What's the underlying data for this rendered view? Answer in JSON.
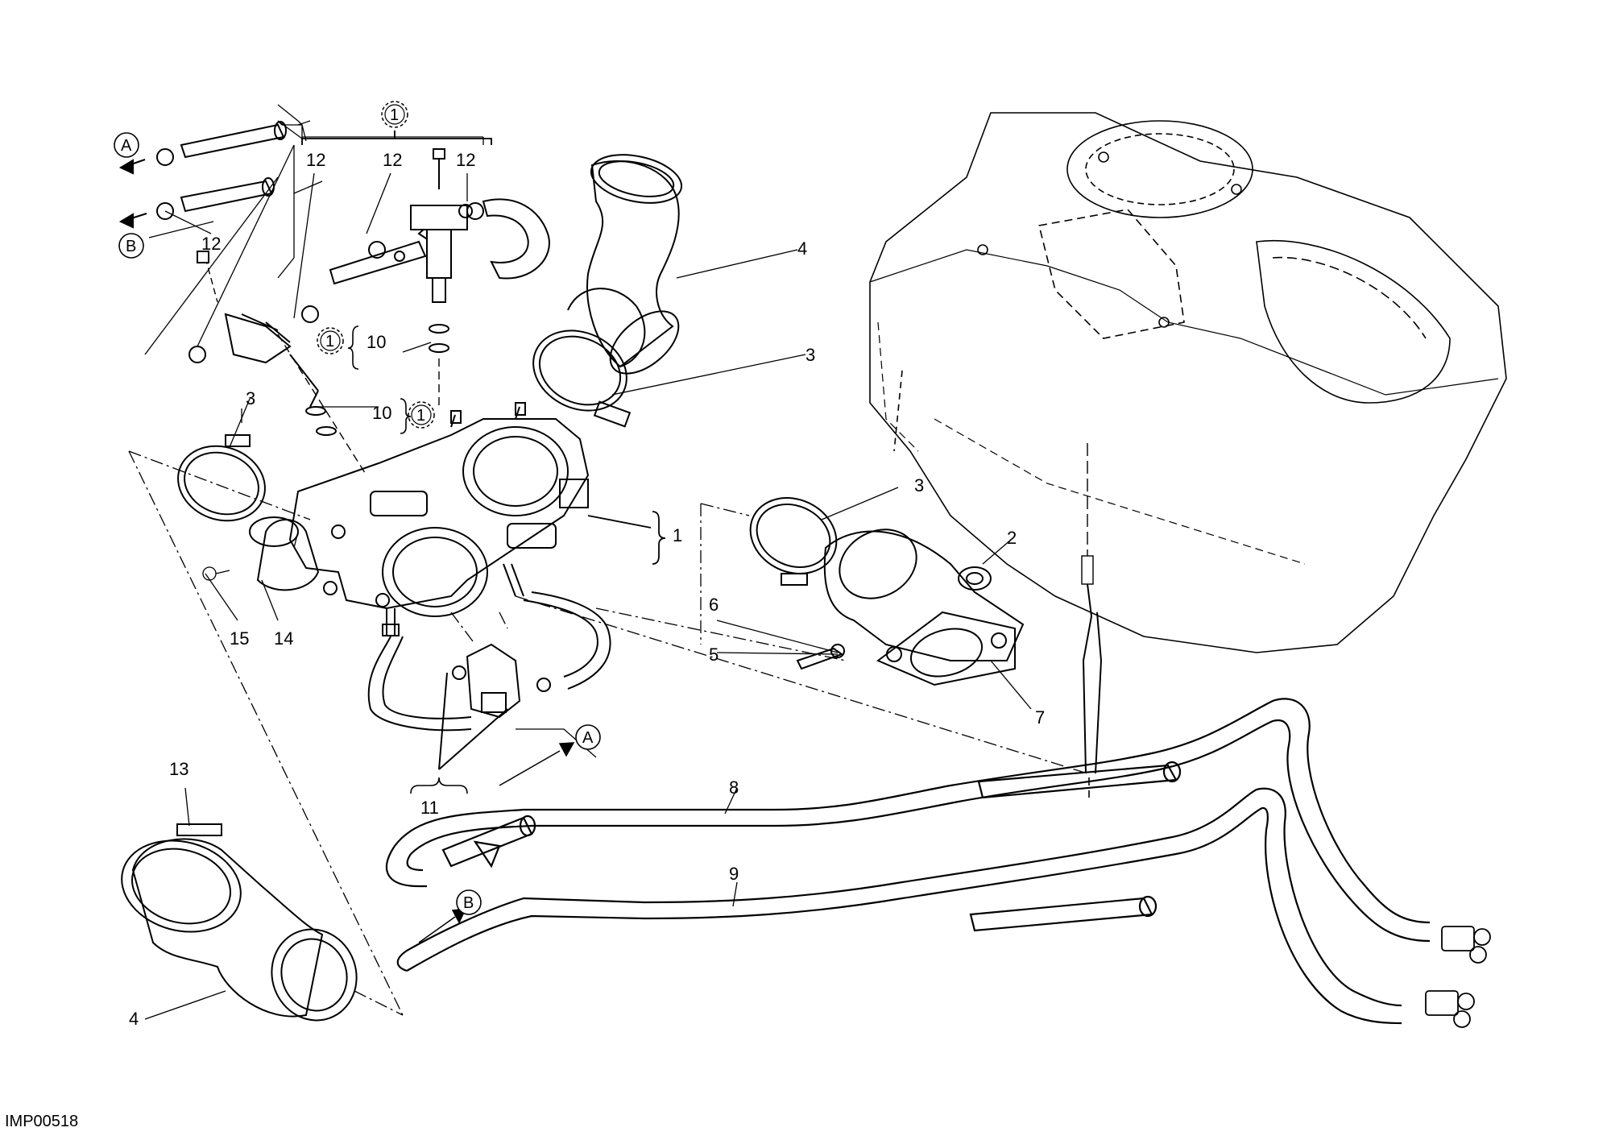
{
  "drawing_code": "IMP00518",
  "callouts": {
    "c1": "1",
    "c2": "2",
    "c3a": "3",
    "c3b": "3",
    "c3c": "3",
    "c4a": "4",
    "c4b": "4",
    "c5": "5",
    "c6": "6",
    "c7": "7",
    "c8": "8",
    "c9": "9",
    "c10a": "10",
    "c10b": "10",
    "c11": "11",
    "c12a": "12",
    "c12b": "12",
    "c12c": "12",
    "c12d": "12",
    "c13": "13",
    "c14": "14",
    "c15": "15"
  },
  "connectors": {
    "A_top": "A",
    "B_top": "B",
    "A_bottom": "A",
    "B_bottom": "B"
  },
  "kit_marks": {
    "kit_top": "1",
    "kit_mid": "1",
    "kit_low": "1"
  }
}
